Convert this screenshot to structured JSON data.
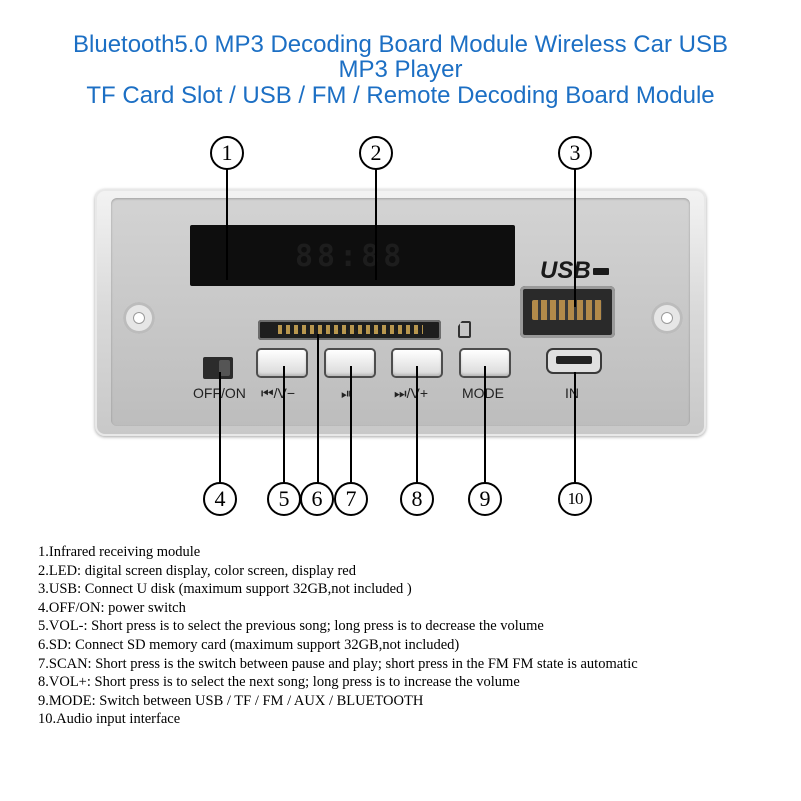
{
  "title": {
    "line1": "Bluetooth5.0 MP3 Decoding Board Module Wireless Car USB",
    "line2": "MP3 Player",
    "line3": "TF Card Slot / USB / FM / Remote Decoding Board Module"
  },
  "board": {
    "usb_logo": "USB",
    "labels": {
      "off_on": "OFF/ON",
      "prev": "⏮/V−",
      "play": "⏯",
      "next": "⏭/V+",
      "mode": "MODE",
      "in": "IN"
    }
  },
  "callouts": [
    "1",
    "2",
    "3",
    "4",
    "5",
    "6",
    "7",
    "8",
    "9",
    "10"
  ],
  "descriptions": [
    "1.Infrared receiving module",
    "2.LED: digital screen display, color screen, display red",
    "3.USB: Connect U disk (maximum support 32GB,not included )",
    "4.OFF/ON: power switch",
    "5.VOL-: Short press is to select the previous song; long press is to decrease the volume",
    "6.SD: Connect SD memory card (maximum support 32GB,not included)",
    "7.SCAN: Short press is the switch between pause and play; short press in the FM FM state is automatic",
    "8.VOL+: Short press is to select the next song; long press is to increase the volume",
    "9.MODE: Switch between USB / TF / FM / AUX / BLUETOOTH",
    "10.Audio input interface"
  ],
  "colors": {
    "title": "#1c6fc4",
    "board": "#c8c8c8",
    "display": "#0e0e0e"
  }
}
